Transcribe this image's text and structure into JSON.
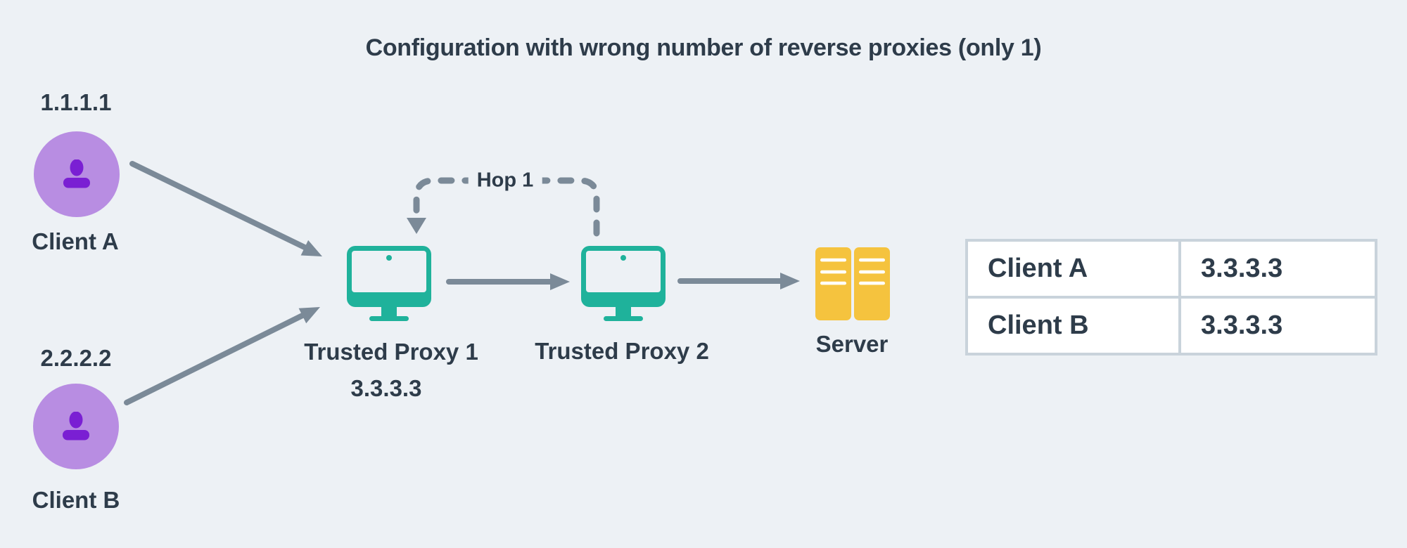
{
  "title": "Configuration with wrong number of reverse proxies (only 1)",
  "colors": {
    "bg": "#EDF1F5",
    "text": "#2E3C4A",
    "arrow": "#7B8A98",
    "teal": "#1FB29B",
    "yellow": "#F5C33E",
    "purple_light": "#B88DE2",
    "purple_dark": "#7A1FD3",
    "table_border": "#C9D3DB",
    "cell_bg": "#FFFFFF"
  },
  "nodes": {
    "client_a": {
      "ip": "1.1.1.1",
      "label": "Client A",
      "icon": "user-icon"
    },
    "client_b": {
      "ip": "2.2.2.2",
      "label": "Client B",
      "icon": "user-icon"
    },
    "proxy1": {
      "label": "Trusted Proxy 1",
      "ip": "3.3.3.3",
      "icon": "monitor-icon"
    },
    "proxy2": {
      "label": "Trusted Proxy 2",
      "icon": "monitor-icon"
    },
    "server": {
      "label": "Server",
      "icon": "server-rack-icon"
    }
  },
  "hop": {
    "label": "Hop 1",
    "from": "Trusted Proxy 2",
    "to": "Trusted Proxy 1",
    "style": "dashed"
  },
  "connections": [
    {
      "from": "Client A",
      "to": "Trusted Proxy 1",
      "style": "solid"
    },
    {
      "from": "Client B",
      "to": "Trusted Proxy 1",
      "style": "solid"
    },
    {
      "from": "Trusted Proxy 1",
      "to": "Trusted Proxy 2",
      "style": "solid"
    },
    {
      "from": "Trusted Proxy 2",
      "to": "Server",
      "style": "solid"
    }
  ],
  "table": {
    "rows": [
      {
        "client": "Client A",
        "ip": "3.3.3.3"
      },
      {
        "client": "Client B",
        "ip": "3.3.3.3"
      }
    ]
  }
}
